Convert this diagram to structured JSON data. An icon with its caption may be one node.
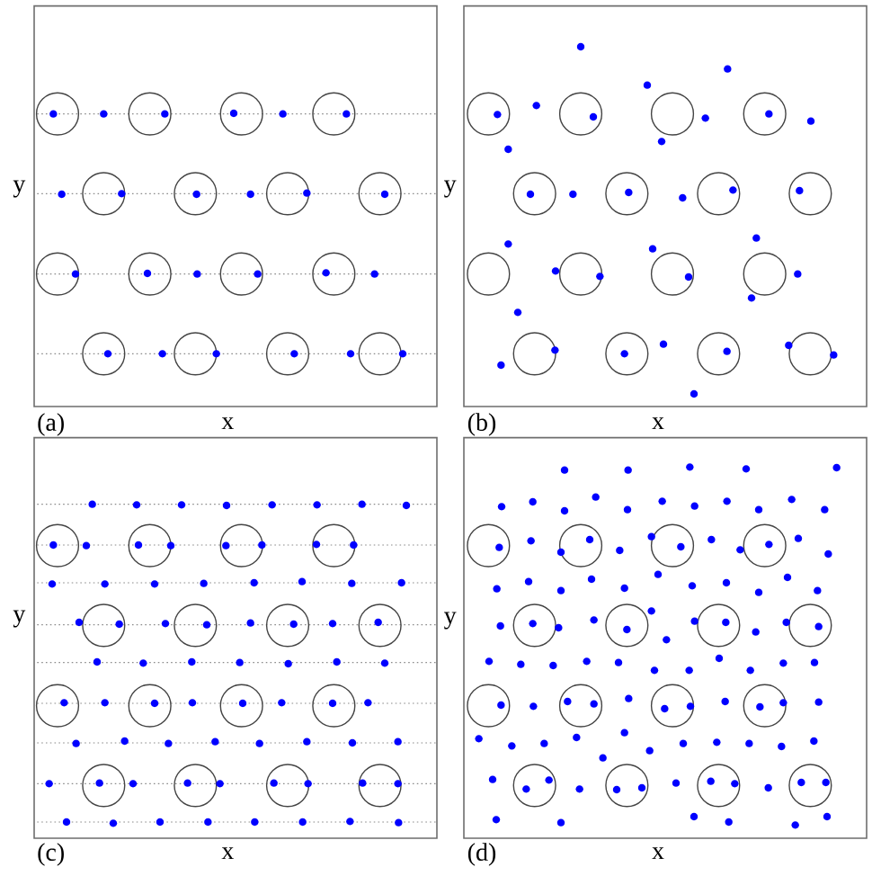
{
  "diagram": {
    "labels": [
      "y",
      "(a)",
      "x",
      "y",
      "(b)",
      "x",
      "y",
      "(c)",
      "x",
      "y",
      "(d)",
      "x"
    ]
  }
}
